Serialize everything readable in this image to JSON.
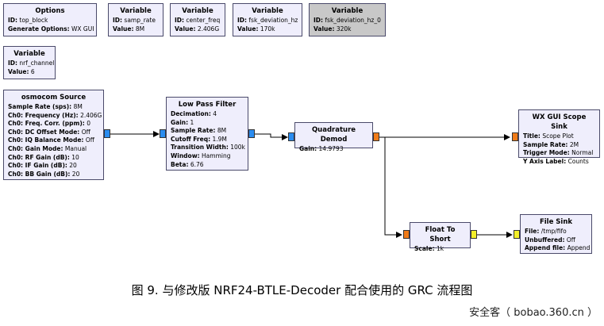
{
  "blocks": {
    "options": {
      "title": "Options",
      "params": [
        {
          "k": "ID:",
          "v": "top_block"
        },
        {
          "k": "Generate Options:",
          "v": "WX GUI"
        }
      ]
    },
    "var_samp_rate": {
      "title": "Variable",
      "params": [
        {
          "k": "ID:",
          "v": "samp_rate"
        },
        {
          "k": "Value:",
          "v": "8M"
        }
      ]
    },
    "var_center_freq": {
      "title": "Variable",
      "params": [
        {
          "k": "ID:",
          "v": "center_freq"
        },
        {
          "k": "Value:",
          "v": "2.406G"
        }
      ]
    },
    "var_fsk_dev": {
      "title": "Variable",
      "params": [
        {
          "k": "ID:",
          "v": "fsk_deviation_hz"
        },
        {
          "k": "Value:",
          "v": "170k"
        }
      ]
    },
    "var_fsk_dev0": {
      "title": "Variable",
      "params": [
        {
          "k": "ID:",
          "v": "fsk_deviation_hz_0"
        },
        {
          "k": "Value:",
          "v": "320k"
        }
      ]
    },
    "var_nrf_channel": {
      "title": "Variable",
      "params": [
        {
          "k": "ID:",
          "v": "nrf_channel"
        },
        {
          "k": "Value:",
          "v": "6"
        }
      ]
    },
    "osmocom": {
      "title": "osmocom Source",
      "params": [
        {
          "k": "Sample Rate (sps):",
          "v": "8M"
        },
        {
          "k": "Ch0: Frequency (Hz):",
          "v": "2.406G"
        },
        {
          "k": "Ch0: Freq. Corr. (ppm):",
          "v": "0"
        },
        {
          "k": "Ch0: DC Offset Mode:",
          "v": "Off"
        },
        {
          "k": "Ch0: IQ Balance Mode:",
          "v": "Off"
        },
        {
          "k": "Ch0: Gain Mode:",
          "v": "Manual"
        },
        {
          "k": "Ch0: RF Gain (dB):",
          "v": "10"
        },
        {
          "k": "Ch0: IF Gain (dB):",
          "v": "20"
        },
        {
          "k": "Ch0: BB Gain (dB):",
          "v": "20"
        }
      ]
    },
    "lpf": {
      "title": "Low Pass Filter",
      "params": [
        {
          "k": "Decimation:",
          "v": "4"
        },
        {
          "k": "Gain:",
          "v": "1"
        },
        {
          "k": "Sample Rate:",
          "v": "8M"
        },
        {
          "k": "Cutoff Freq:",
          "v": "1.9M"
        },
        {
          "k": "Transition Width:",
          "v": "100k"
        },
        {
          "k": "Window:",
          "v": "Hamming"
        },
        {
          "k": "Beta:",
          "v": "6.76"
        }
      ]
    },
    "quad": {
      "title": "Quadrature Demod",
      "params": [
        {
          "k": "Gain:",
          "v": "14.9793"
        }
      ]
    },
    "scope": {
      "title": "WX GUI Scope Sink",
      "params": [
        {
          "k": "Title:",
          "v": "Scope Plot"
        },
        {
          "k": "Sample Rate:",
          "v": "2M"
        },
        {
          "k": "Trigger Mode:",
          "v": "Normal"
        },
        {
          "k": "Y Axis Label:",
          "v": "Counts"
        }
      ]
    },
    "f2s": {
      "title": "Float To Short",
      "params": [
        {
          "k": "Scale:",
          "v": "1k"
        }
      ]
    },
    "filesink": {
      "title": "File Sink",
      "params": [
        {
          "k": "File:",
          "v": "/tmp/fifo"
        },
        {
          "k": "Unbuffered:",
          "v": "Off"
        },
        {
          "k": "Append file:",
          "v": "Append"
        }
      ]
    }
  },
  "caption": "图 9. 与修改版 NRF24-BTLE-Decoder 配合使用的 GRC 流程图",
  "watermark": "安全客（ bobao.360.cn ）",
  "colors": {
    "block_bg": "#efeefc",
    "disabled_bg": "#c8c8c8",
    "complex_port": "#2a8cf0",
    "float_port": "#f07b18",
    "short_port": "#f3ef2a"
  }
}
